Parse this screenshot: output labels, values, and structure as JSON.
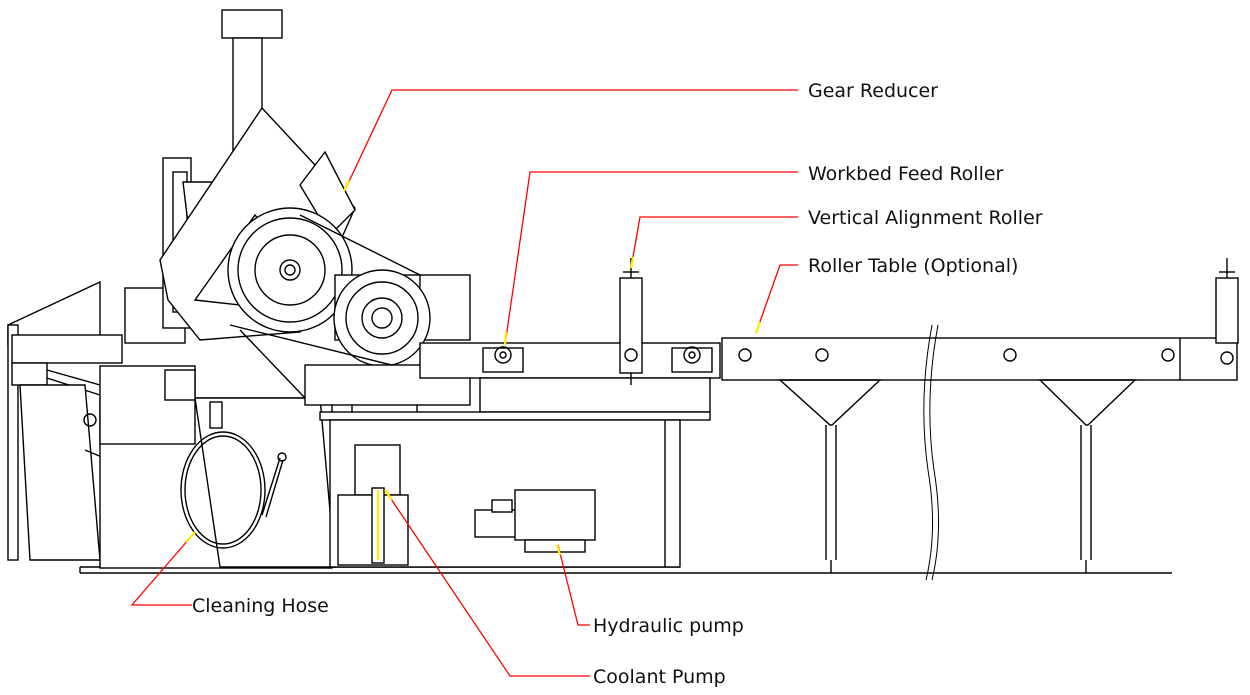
{
  "labels": {
    "gear_reducer": "Gear Reducer",
    "workbed_feed_roller": "Workbed Feed Roller",
    "vertical_alignment_roller": "Vertical Alignment Roller",
    "roller_table": "Roller Table (Optional)",
    "cleaning_hose": "Cleaning Hose",
    "hydraulic_pump": "Hydraulic pump",
    "coolant_pump": "Coolant Pump"
  },
  "colors": {
    "leader_line": "#ff0000",
    "leader_tip": "#ffee00",
    "drawing_line": "#000000",
    "background": "#ffffff"
  }
}
